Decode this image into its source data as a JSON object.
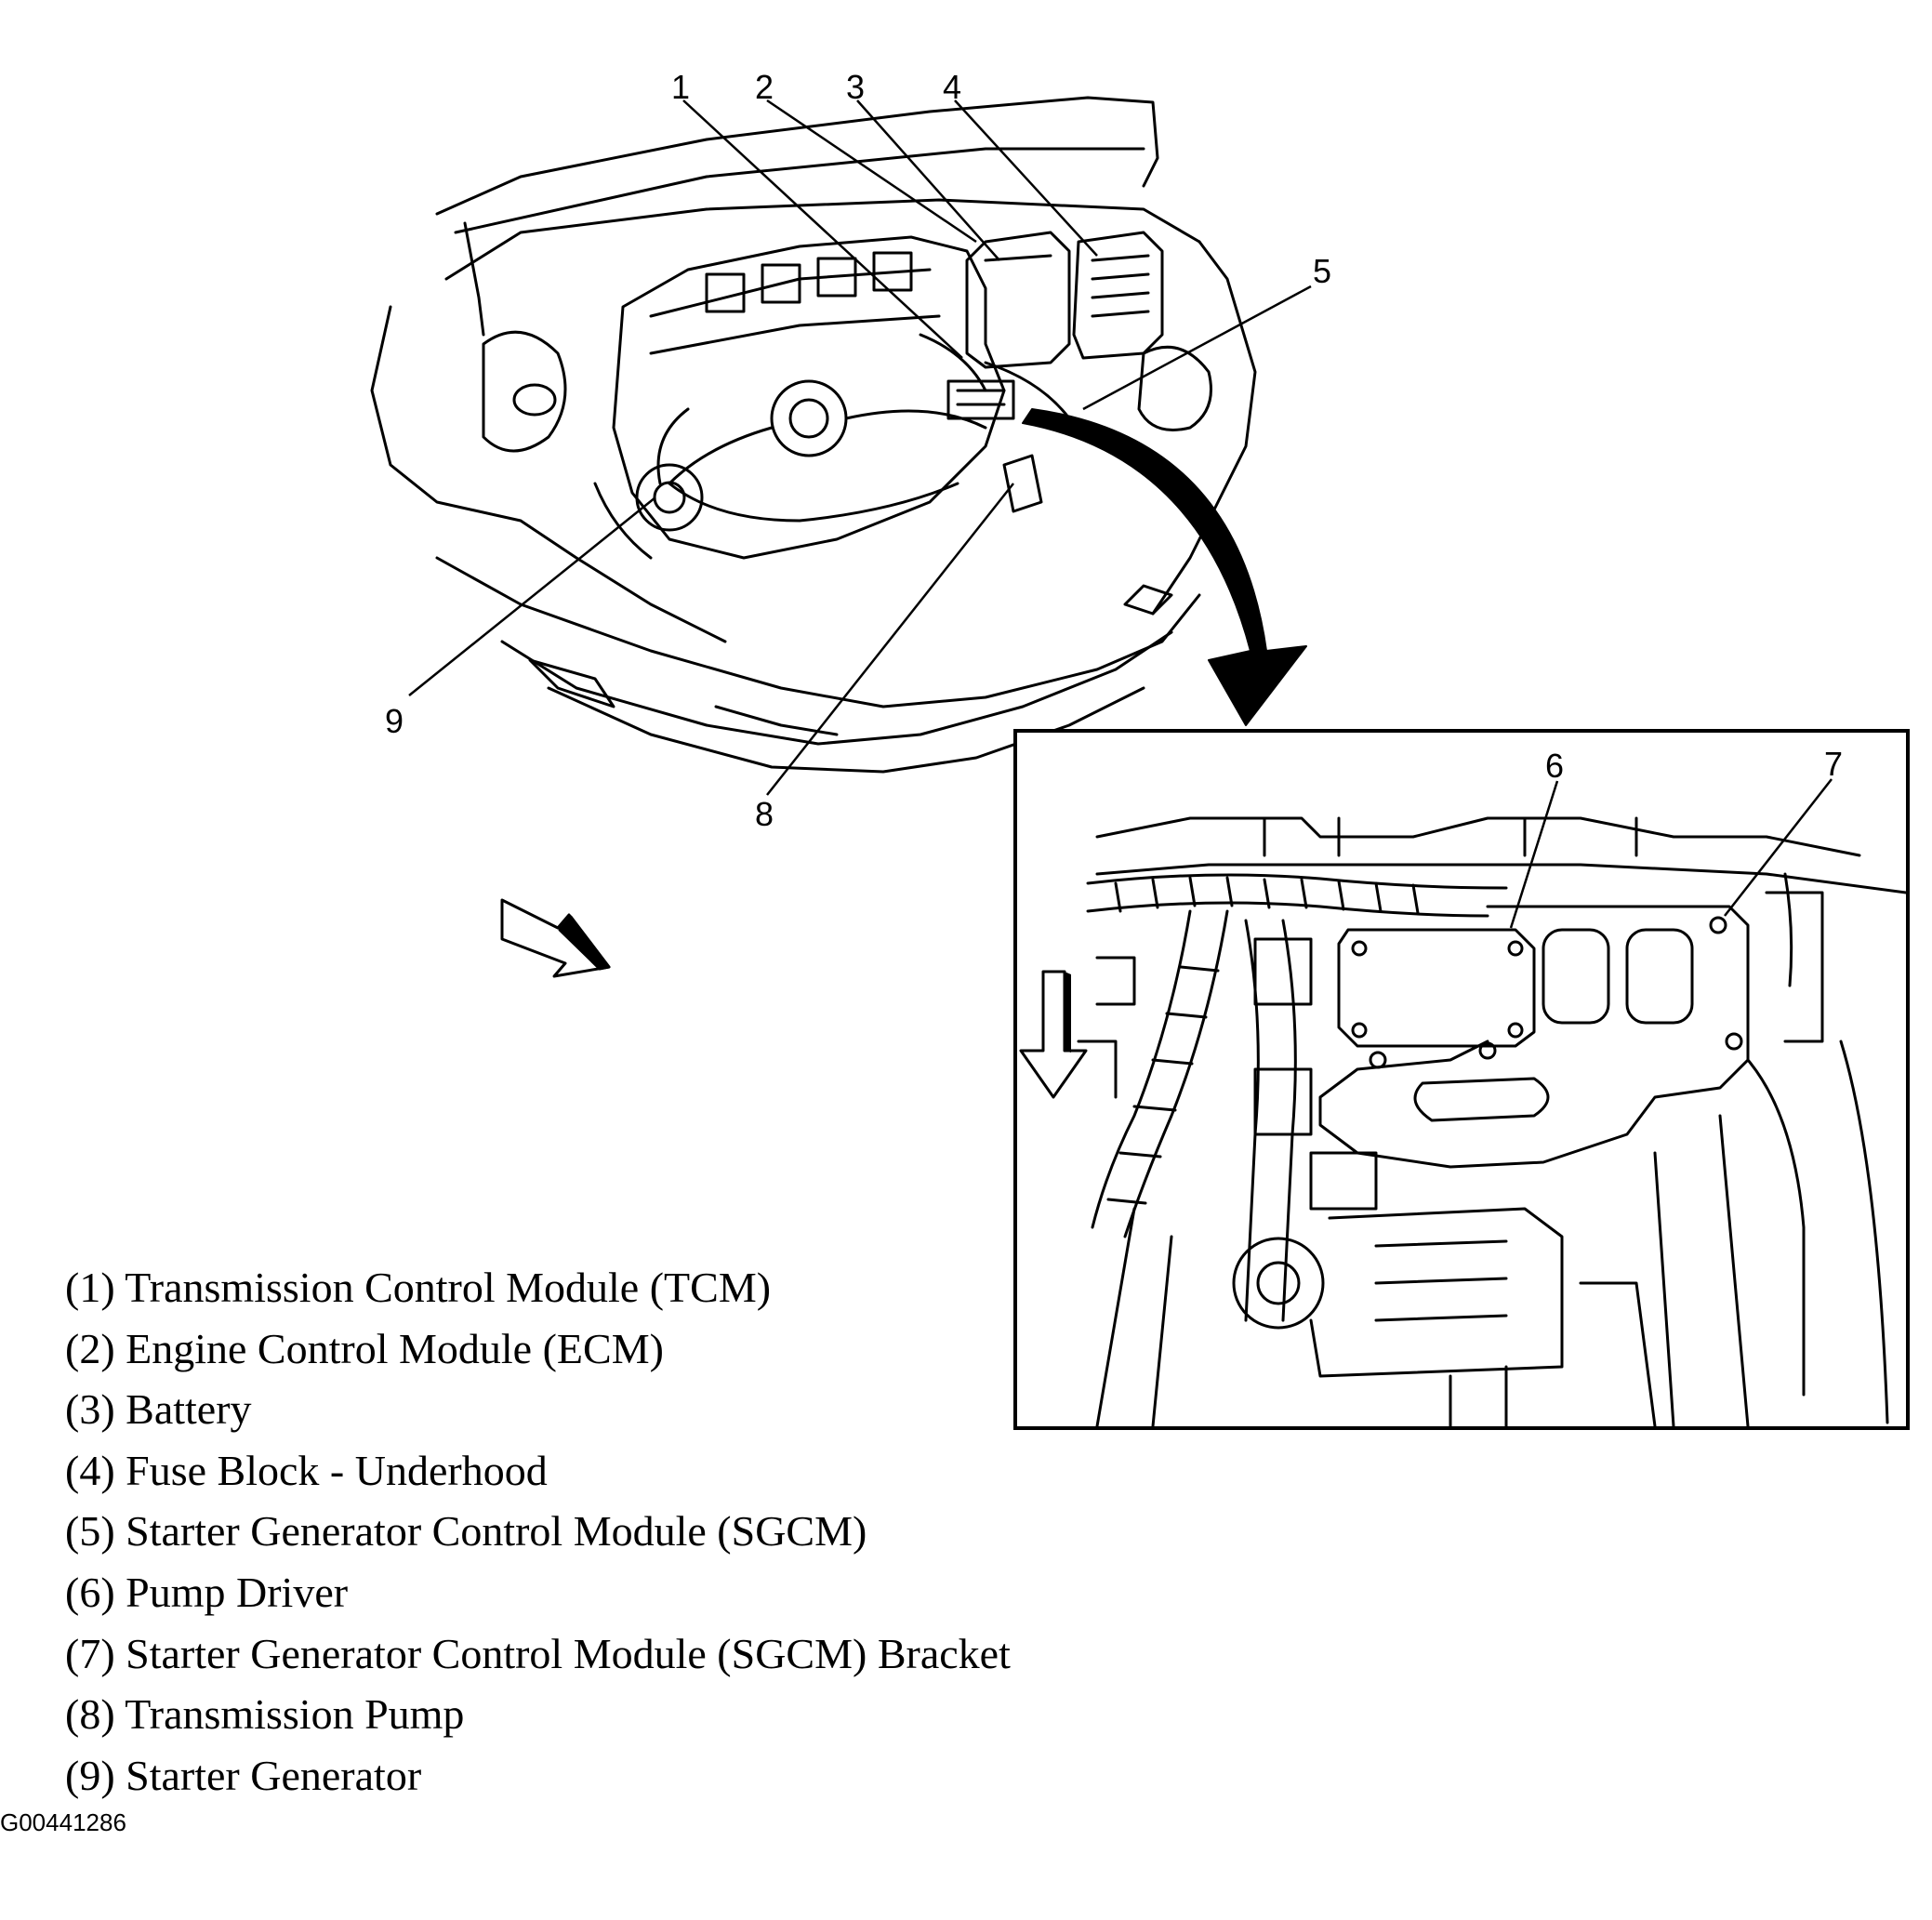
{
  "callouts": [
    {
      "id": "1",
      "label": "1"
    },
    {
      "id": "2",
      "label": "2"
    },
    {
      "id": "3",
      "label": "3"
    },
    {
      "id": "4",
      "label": "4"
    },
    {
      "id": "5",
      "label": "5"
    },
    {
      "id": "6",
      "label": "6"
    },
    {
      "id": "7",
      "label": "7"
    },
    {
      "id": "8",
      "label": "8"
    },
    {
      "id": "9",
      "label": "9"
    }
  ],
  "legend": [
    "(1) Transmission Control Module (TCM)",
    "(2) Engine Control Module (ECM)",
    "(3) Battery",
    "(4) Fuse Block - Underhood",
    "(5) Starter Generator Control Module (SGCM)",
    "(6) Pump Driver",
    "(7) Starter Generator Control Module (SGCM) Bracket",
    "(8) Transmission Pump",
    "(9) Starter Generator"
  ],
  "figure_id": "G00441286",
  "colors": {
    "line": "#000000",
    "background": "#ffffff"
  },
  "icons": [
    "front-direction-arrow-icon",
    "down-direction-arrow-icon",
    "zoom-detail-arrow-icon"
  ]
}
